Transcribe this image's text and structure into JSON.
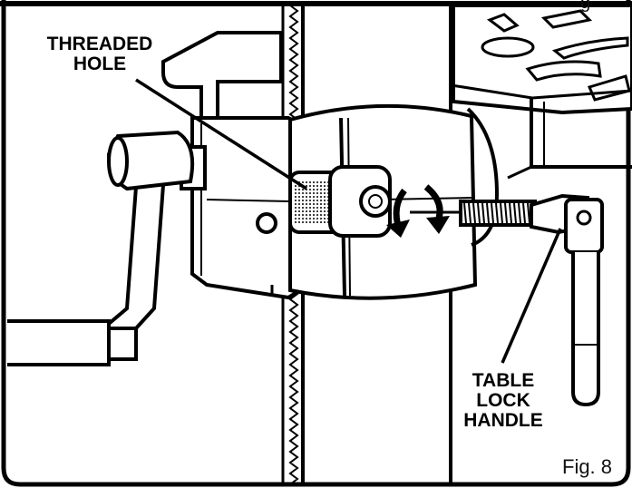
{
  "labels": {
    "threaded_hole": [
      "THREADED",
      "HOLE"
    ],
    "table_lock_handle": [
      "TABLE",
      "LOCK",
      "HANDLE"
    ],
    "figure": "Fig. 8",
    "corner_fragment": "g"
  }
}
